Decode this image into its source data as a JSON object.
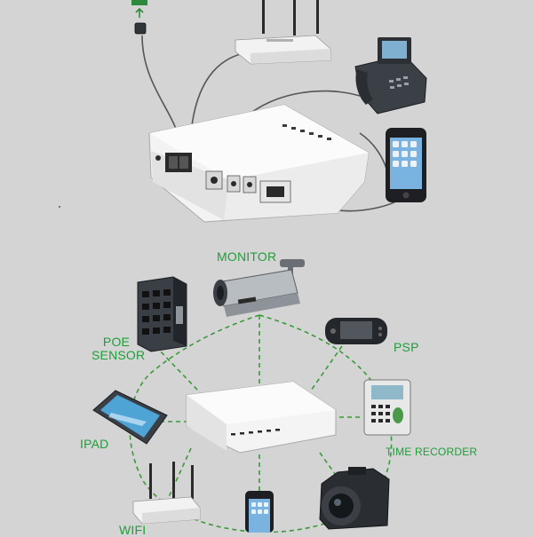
{
  "labels": {
    "monitor": "MONITOR",
    "psp": "PSP",
    "poe_line1": "POE",
    "poe_line2": "SENSOR",
    "ipad": "IPAD",
    "time_recorder": "TIME RECORDER",
    "wifi": "WIFI"
  },
  "colors": {
    "background": "#d4d4d4",
    "label_green": "#1f9e3a",
    "dashed_line": "#3a9a3a",
    "device_white": "#f4f4f4",
    "device_dark": "#3a3f45"
  }
}
